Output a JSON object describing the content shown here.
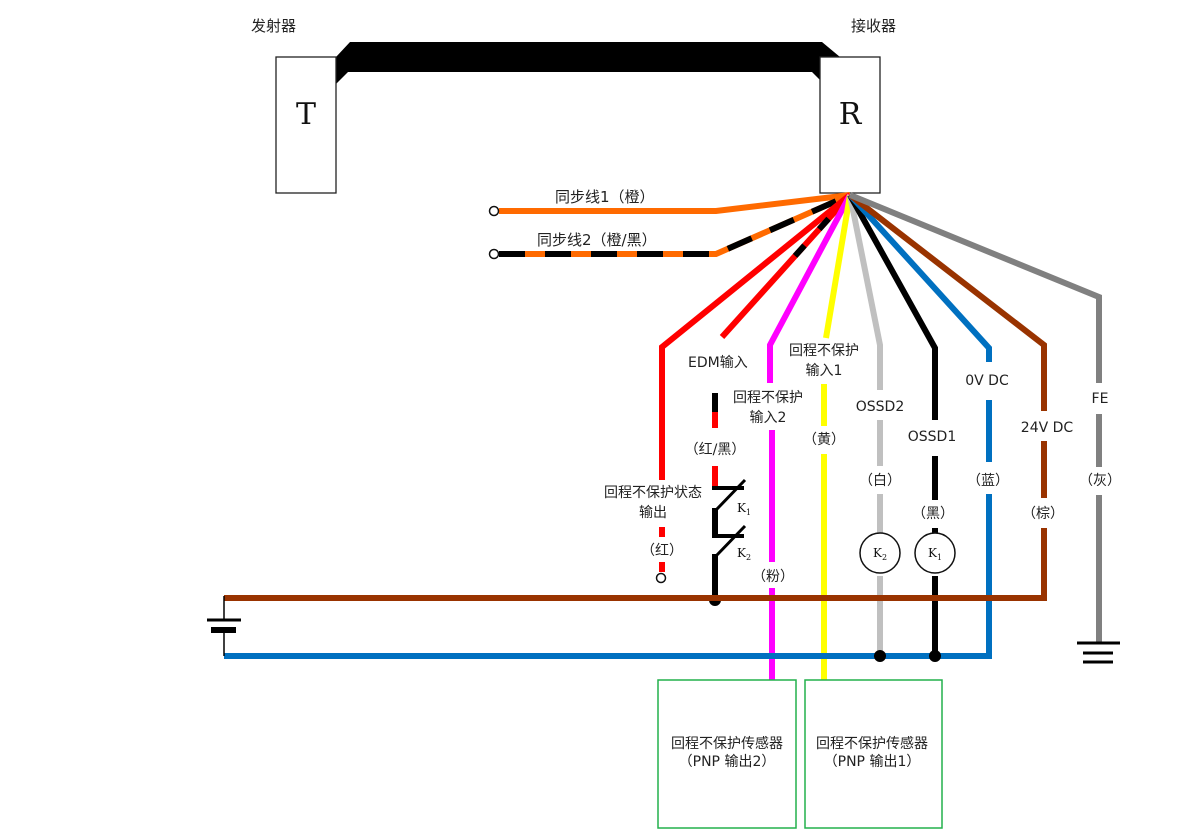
{
  "title": "Light curtain wiring diagram",
  "transmitter": {
    "caption": "发射器",
    "letter": "T"
  },
  "receiver": {
    "caption": "接收器",
    "letter": "R"
  },
  "colors": {
    "orange": "#FF6A00",
    "black": "#000000",
    "red": "#FF0000",
    "pink": "#FF00FF",
    "yellow": "#FFFF00",
    "white_wire": "#C0C0C0",
    "blue": "#0070C0",
    "brown": "#993300",
    "gray": "#808080",
    "sensor_border": "#22B14C"
  },
  "wires": {
    "sync1": {
      "label": "同步线1（橙）"
    },
    "sync2": {
      "label": "同步线2（橙/黑）"
    },
    "status_out": {
      "name": "回程不保护状态",
      "name2": "输出",
      "color_label": "（红）"
    },
    "edm": {
      "name": "EDM输入",
      "color_label": "（红/黑）"
    },
    "input2": {
      "name": "回程不保护",
      "name2": "输入2",
      "color_label": "（粉）"
    },
    "input1": {
      "name": "回程不保护",
      "name2": "输入1",
      "color_label": "（黄）"
    },
    "ossd2": {
      "name": "OSSD2",
      "color_label": "（白）"
    },
    "ossd1": {
      "name": "OSSD1",
      "color_label": "（黑）"
    },
    "ov": {
      "name": "0V DC",
      "color_label": "（蓝）"
    },
    "v24": {
      "name": "24V DC",
      "color_label": "（棕）"
    },
    "fe": {
      "name": "FE",
      "color_label": "（灰）"
    }
  },
  "contacts": {
    "k1": "K",
    "k1_sub": "1",
    "k2": "K",
    "k2_sub": "2"
  },
  "relays": {
    "k2": "K",
    "k2_sub": "2",
    "k1": "K",
    "k1_sub": "1"
  },
  "sensors": [
    {
      "line1": "回程不保护传感器",
      "line2": "（PNP 输出2）"
    },
    {
      "line1": "回程不保护传感器",
      "line2": "（PNP 输出1）"
    }
  ]
}
